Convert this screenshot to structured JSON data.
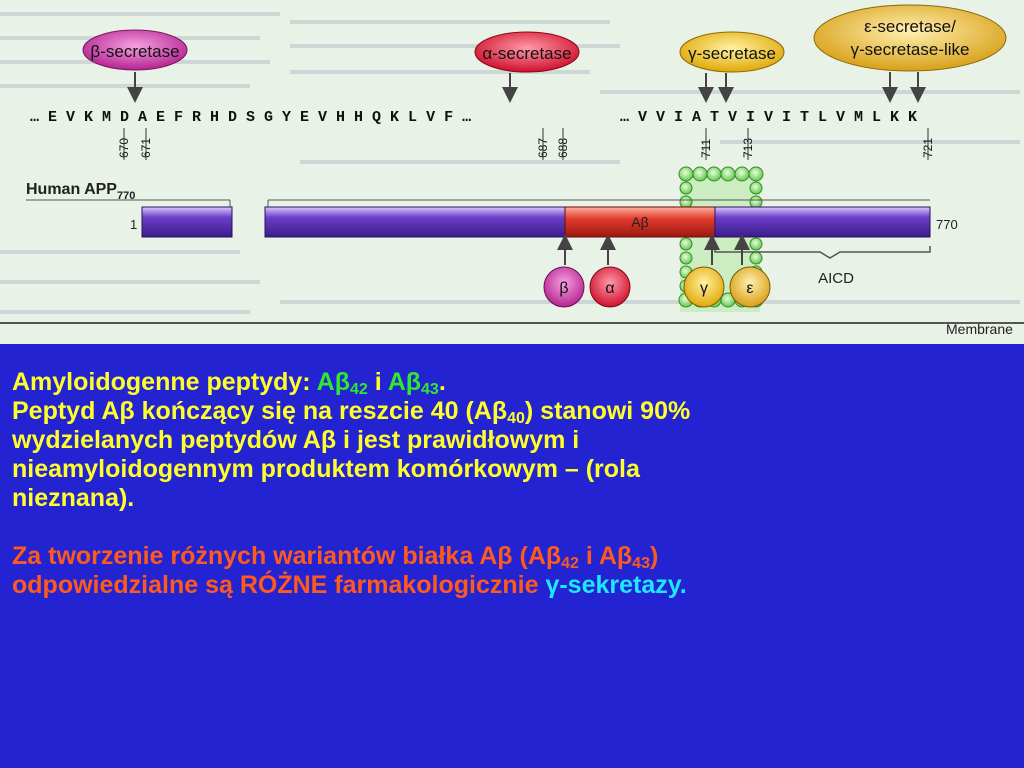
{
  "figure": {
    "enzymes": {
      "beta": "β-secretase",
      "alpha": "α-secretase",
      "gamma": "γ-secretase",
      "epsilon_line1": "ε-secretase/",
      "epsilon_line2": "γ-secretase-like"
    },
    "sequence_left": "… E V K M D A E F R H D S G Y E V H H Q K L V F …",
    "sequence_right": "… V V I A T V I V I T L V M L K K",
    "residue_numbers": [
      "670",
      "671",
      "687",
      "688",
      "711",
      "713",
      "721"
    ],
    "protein_label": "Human APP",
    "protein_label_sub": "770",
    "start_residue": "1",
    "end_residue": "770",
    "abeta_label": "Aβ",
    "circle_labels": {
      "beta": "β",
      "alpha": "α",
      "gamma": "γ",
      "epsilon": "ε"
    },
    "aicd_label": "AICD",
    "membrane_label": "Membrane"
  },
  "text": {
    "line1_prefix": "Amyloidogenne peptydy: ",
    "line1_ab42_a": "Aβ",
    "line1_ab42_sub": "42",
    "line1_and": " i ",
    "line1_ab43_a": "Aβ",
    "line1_ab43_sub": "43",
    "line1_end": ".",
    "line2_a": "Peptyd Aβ kończący się na reszcie 40 (Aβ",
    "line2_sub": "40",
    "line2_b": ") stanowi 90%",
    "line3": "wydzielanych peptydów Aβ i jest prawidłowym i",
    "line4": "nieamyloidogennym produktem komórkowym – (rola",
    "line5": "nieznana).",
    "line6_a": "Za tworzenie różnych wariantów białka Aβ (Aβ",
    "line6_sub1": "42",
    "line6_b": " i Aβ",
    "line6_sub2": "43",
    "line6_c": ")",
    "line7_a": "odpowiedzialne są RÓŻNE farmakologicznie ",
    "line7_gamma": "γ-sekretazy."
  },
  "colors": {
    "background": "#2323d2",
    "figure_background": "#e9f2e6",
    "text_yellow": "#ffff2a",
    "text_green": "#2fe92f",
    "text_orange": "#ff5a1e",
    "text_cyan": "#1ee8ff",
    "protein_bar": "#6a3fc6",
    "abeta_region": "#e03a2c",
    "enzyme_beta": "#d43aa3",
    "enzyme_alpha": "#e0304a",
    "enzyme_gamma": "#f0c020",
    "membrane": "#8fe07a"
  }
}
